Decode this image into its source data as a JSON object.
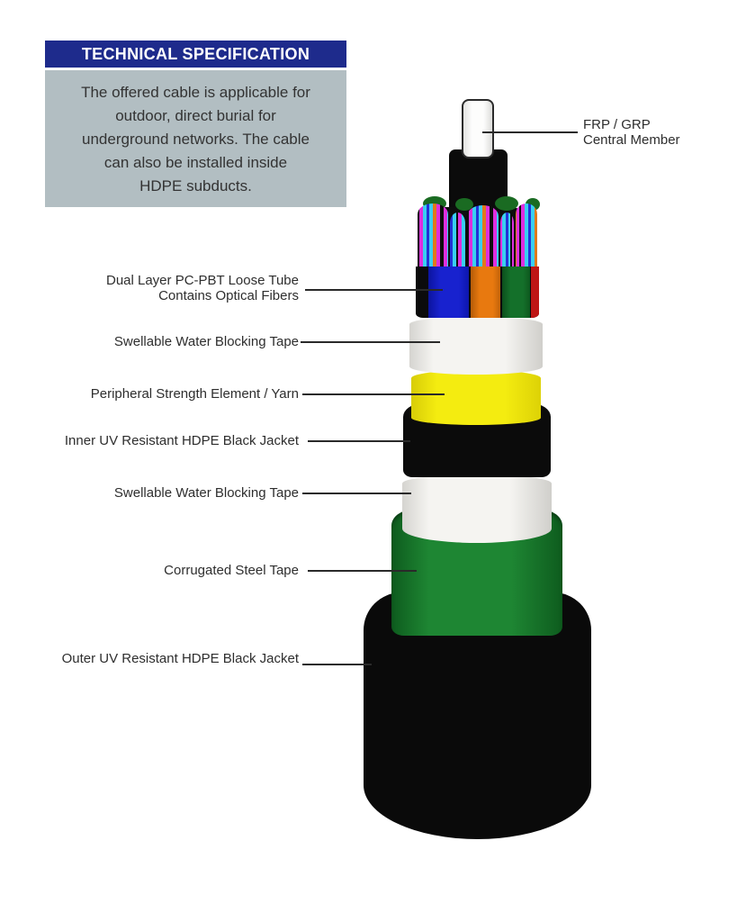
{
  "spec_panel": {
    "header": "TECHNICAL SPECIFICATION",
    "body": "The offered cable is applicable for\noutdoor, direct burial for\nunderground networks. The cable\ncan also be installed inside\nHDPE subducts."
  },
  "callouts": {
    "frp_central_member": "FRP / GRP\nCentral Member",
    "loose_tube": "Dual Layer PC-PBT Loose Tube\nContains Optical Fibers",
    "water_tape_1": "Swellable Water Blocking Tape",
    "strength_yarn": "Peripheral Strength Element / Yarn",
    "inner_jacket": "Inner UV Resistant HDPE Black Jacket",
    "water_tape_2": "Swellable Water Blocking Tape",
    "steel_tape": "Corrugated Steel Tape",
    "outer_jacket": "Outer UV Resistant HDPE Black Jacket"
  },
  "colors": {
    "header_bg": "#1e2b8c",
    "panel_bg": "#b2bec2",
    "text": "#2e2e2e",
    "leader": "#2a2a2a",
    "black_layer": "#0b0b0b",
    "white_tape": "#f5f4f1",
    "yellow_yarn": "#f4ec10",
    "green_steel": "#1e8633",
    "tube_blue": "#1822cf",
    "tube_orange": "#e8790f",
    "tube_green": "#14702a",
    "tube_red": "#bf1615",
    "fiber_magenta": "#de2ede",
    "fiber_cyan": "#39cff2",
    "fiber_blue": "#2431d6",
    "fiber_orange": "#e0791a",
    "frp_white": "#fdfdfc"
  }
}
